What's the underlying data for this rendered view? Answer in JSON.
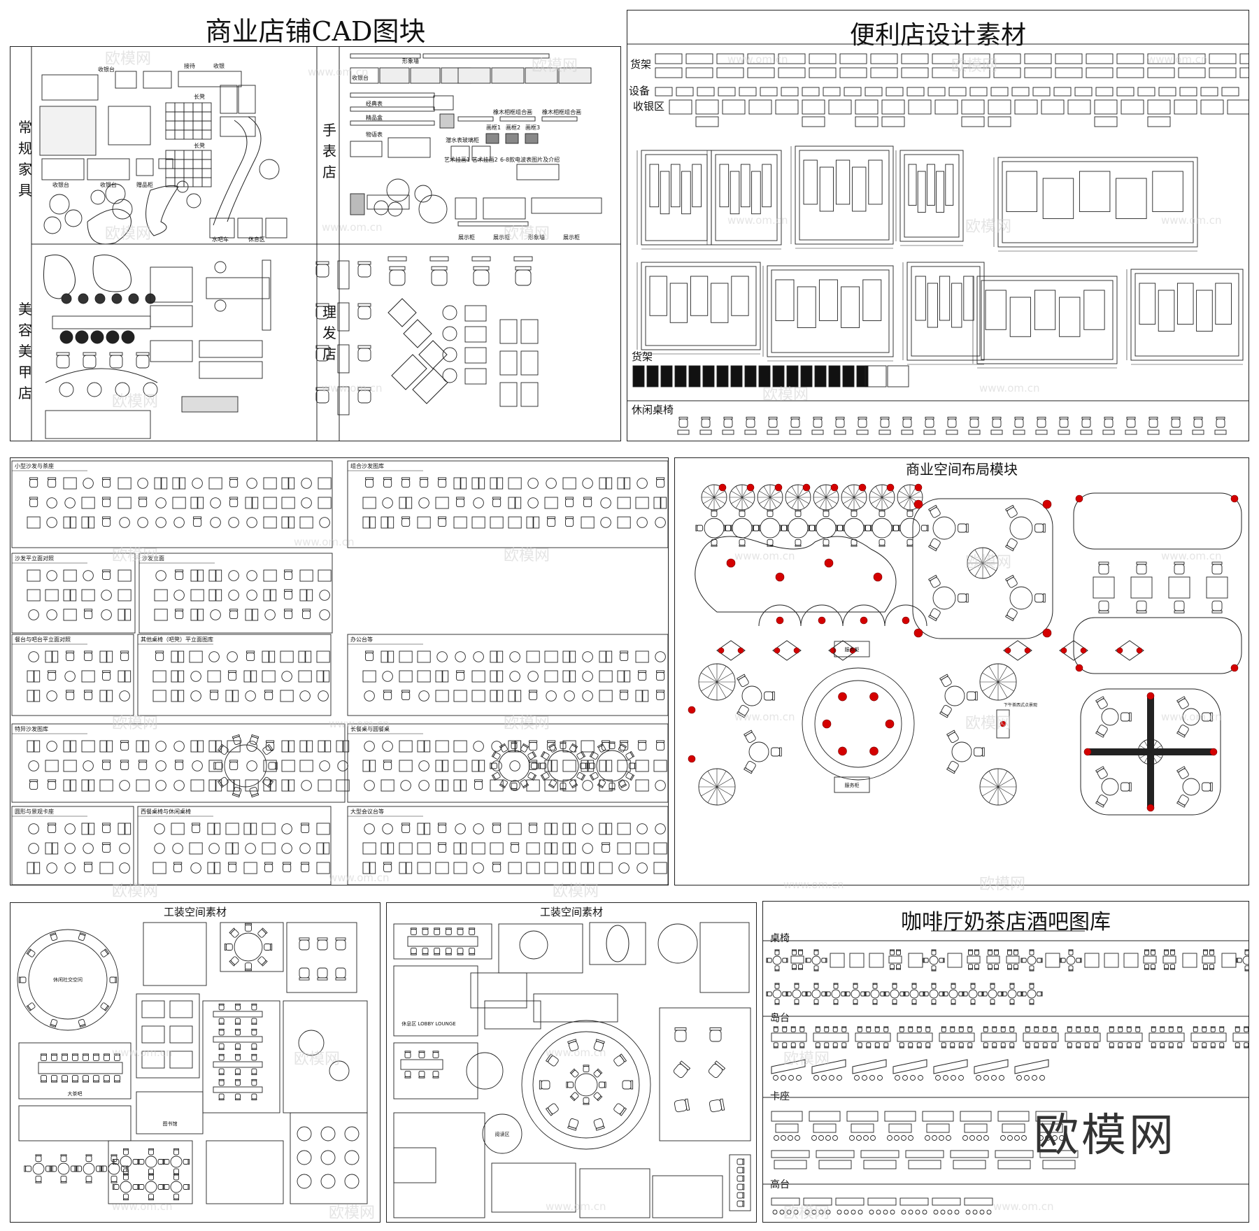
{
  "panels": {
    "p1": {
      "title": "商业店铺CAD图块",
      "sections": {
        "s1": "常规家具",
        "s2": "手表店",
        "s3": "美容美甲店",
        "s4": "理发店"
      },
      "labels": [
        "收银台",
        "接待",
        "收银",
        "长凳",
        "收银台",
        "收银台",
        "赠品柜",
        "长凳",
        "水吧车",
        "休息区",
        "形象墙",
        "收银台",
        "经典表",
        "精品盒",
        "橡木相框组合画",
        "橡木相框组合画",
        "画框1",
        "画框2",
        "画框3",
        "物语表",
        "潜水表玻璃柜",
        "艺术挂画1 艺术挂画2",
        "6-8款电波表图片及介绍",
        "展示柜",
        "展示柜",
        "形象墙",
        "展示柜"
      ]
    },
    "p2": {
      "title": "便利店设计素材",
      "labels": {
        "shelf": "货架",
        "equip": "设备",
        "cashier": "收银区",
        "shelf2": "货架",
        "leisure": "休闲桌椅"
      }
    },
    "p3": {
      "sections": [
        "小型沙发与茶座",
        "组合沙发图库",
        "沙发平立面对照",
        "沙发立面",
        "餐台与吧台平立面对照",
        "其他桌椅（吧凳）平立面图库",
        "办公台等",
        "特异沙发图库",
        "长餐桌与圆餐桌",
        "圆形与景观卡座",
        "西餐桌椅与休闲桌椅",
        "大型会议台等"
      ]
    },
    "p4": {
      "title": "商业空间布局模块",
      "labels": [
        "服务柜",
        "服务柜",
        "下午茶西式点景观"
      ]
    },
    "p5": {
      "title": "工装空间素材",
      "labels": [
        "休闲社交空间",
        "大茶吧",
        "图书馆"
      ]
    },
    "p6": {
      "title": "工装空间素材",
      "labels": [
        "休息区 LOBBY LOUNGE",
        "阅读区"
      ]
    },
    "p7": {
      "title": "咖啡厅奶茶店酒吧图库",
      "rows": [
        "桌椅",
        "岛台",
        "卡座",
        "高台"
      ]
    }
  },
  "watermark": "欧模网",
  "watermark_url": "www.om.cn",
  "brand": "欧模网",
  "colors": {
    "line": "#222222",
    "accent": "#d40000",
    "bg": "#ffffff"
  }
}
